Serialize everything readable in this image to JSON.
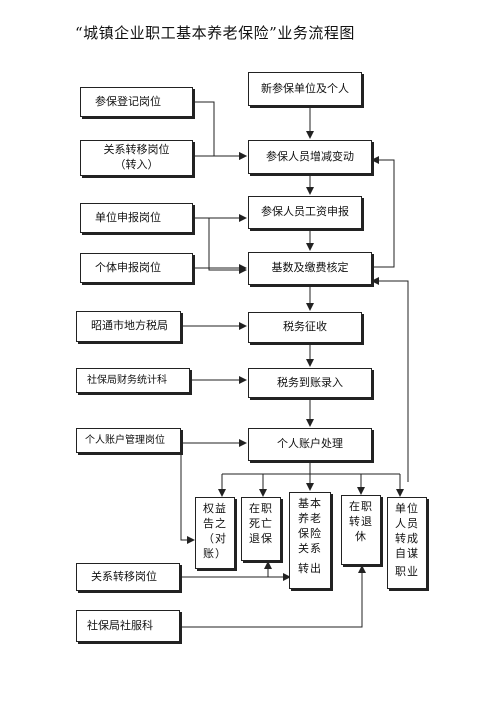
{
  "title": "“城镇企业职工基本养老保险”业务流程图",
  "left_boxes": {
    "b1": "参保登记岗位",
    "b2_line1": "关系转移岗位",
    "b2_line2": "（转入）",
    "b3": "单位申报岗位",
    "b4": "个体申报岗位",
    "b5": "昭通市地方税局",
    "b6": "社保局财务统计科",
    "b7": "个人账户管理岗位",
    "b8": "关系转移岗位",
    "b9": "社保局社服科"
  },
  "main_boxes": {
    "m1": "新参保单位及个人",
    "m2": "参保人员增减变动",
    "m3": "参保人员工资申报",
    "m4": "基数及缴费核定",
    "m5": "税务征收",
    "m6": "税务到账录入",
    "m7": "个人账户处理"
  },
  "bottom_boxes": {
    "q1": [
      "权益",
      "告之",
      "（对",
      "账）"
    ],
    "q2": [
      "在职",
      "死亡",
      "退保"
    ],
    "q3": [
      "基本",
      "养老",
      "保险",
      "关系",
      "",
      "转出"
    ],
    "q4": [
      "在职",
      "转退",
      "休"
    ],
    "q5": [
      "单位",
      "人员",
      "转成",
      "自谋",
      "",
      "职业"
    ]
  }
}
